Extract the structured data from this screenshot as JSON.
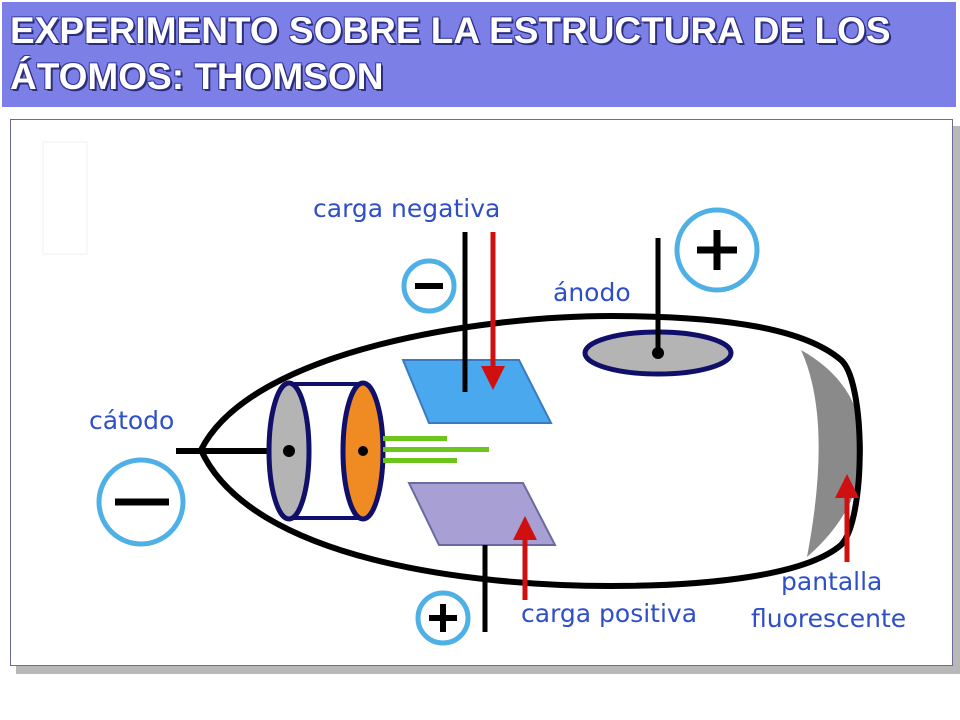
{
  "title": "EXPERIMENTO SOBRE LA ESTRUCTURA DE LOS ÁTOMOS: THOMSON",
  "labels": {
    "charge_negative": "carga negativa",
    "anode": "ánodo",
    "cathode": "cátodo",
    "charge_positive": "carga positiva",
    "screen_line1": "pantalla",
    "screen_line2": "fluorescente"
  },
  "symbols": {
    "minus": "−",
    "plus": "+"
  },
  "colors": {
    "banner": "#7b7fe6",
    "label_text": "#2e4fc8",
    "symbol_ring": "#4fb0e6",
    "negative_plate": "#4aa8ee",
    "positive_plate": "#a8a0d4",
    "arrow": "#d01010",
    "beam": "#6cc41c",
    "cathode_disc": "#b4b4b4",
    "grid_disc": "#f08a22",
    "screen": "#8a8a8a",
    "outline": "#10106a"
  }
}
